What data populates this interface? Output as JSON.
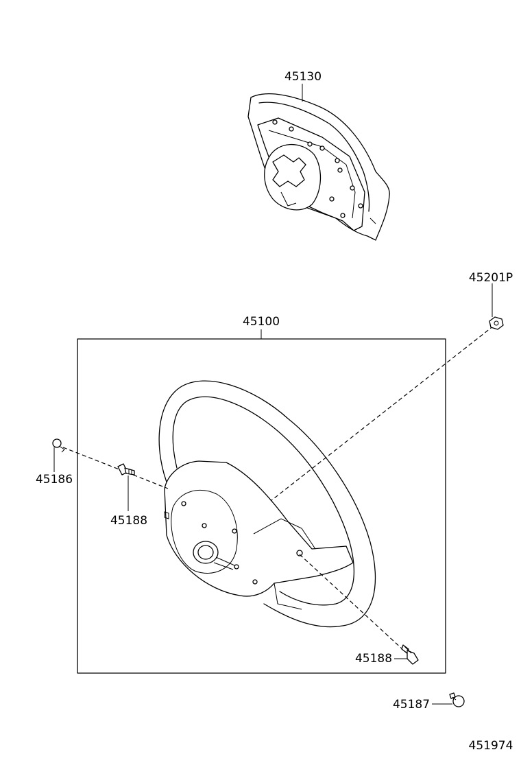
{
  "diagram": {
    "callouts": {
      "pad": "45130",
      "wheel": "45100",
      "nut": "45201P",
      "screw_left": "45186",
      "bolt_left": "45188",
      "bolt_right": "45188",
      "cap_bolt": "45187"
    },
    "figure_number": "451974"
  }
}
